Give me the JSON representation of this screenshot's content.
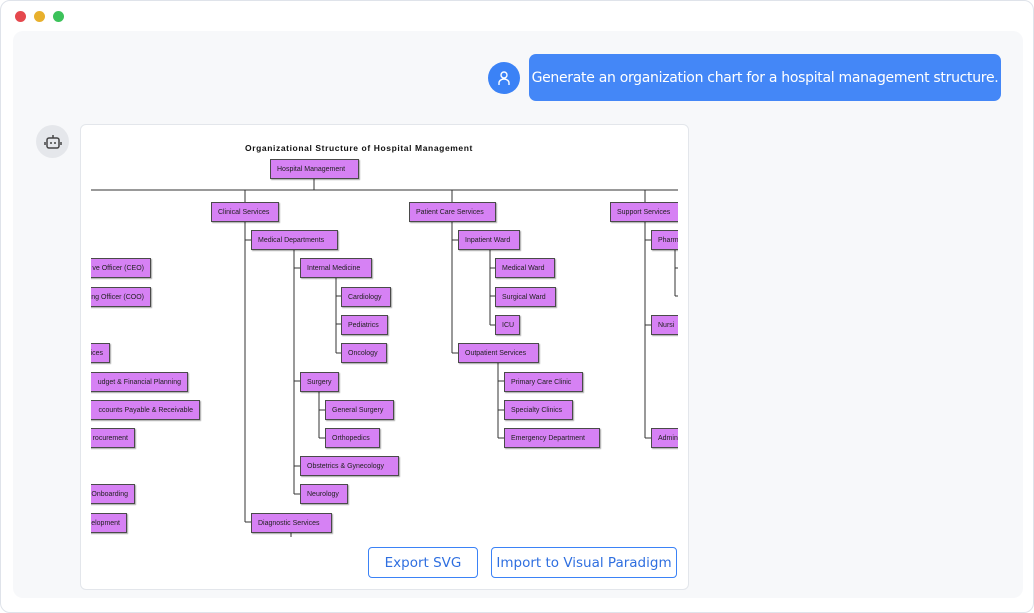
{
  "window": {
    "controls": {
      "close_color": "#e5484d",
      "minimize_color": "#e8b02c",
      "maximize_color": "#3cc25a"
    }
  },
  "user_message": {
    "avatar_icon": "user-icon",
    "text": "Generate an organization chart for a hospital management structure."
  },
  "assistant": {
    "avatar_icon": "robot-icon"
  },
  "diagram": {
    "title": "Organizational Structure of Hospital Management",
    "node_color": "#d681f4",
    "nodes": [
      "Hospital Management",
      "Clinical Services",
      "Patient Care Services",
      "Support Services",
      "Medical Departments",
      "Internal Medicine",
      "Cardiology",
      "Pediatrics",
      "Oncology",
      "Surgery",
      "General Surgery",
      "Orthopedics",
      "Obstetrics & Gynecology",
      "Neurology",
      "Diagnostic Services",
      "Inpatient Ward",
      "Medical Ward",
      "Surgical Ward",
      "ICU",
      "Outpatient Services",
      "Primary Care Clinic",
      "Specialty Clinics",
      "Emergency Department",
      "Pharm",
      "Nursi",
      "Admin",
      "ve Officer (CEO)",
      "ng Officer (COO)",
      "vices",
      "udget & Financial Planning",
      "ccounts Payable & Receivable",
      "rocurement",
      "Onboarding",
      "elopment"
    ]
  },
  "actions": {
    "export_svg": "Export SVG",
    "import_vp": "Import to Visual Paradigm"
  }
}
